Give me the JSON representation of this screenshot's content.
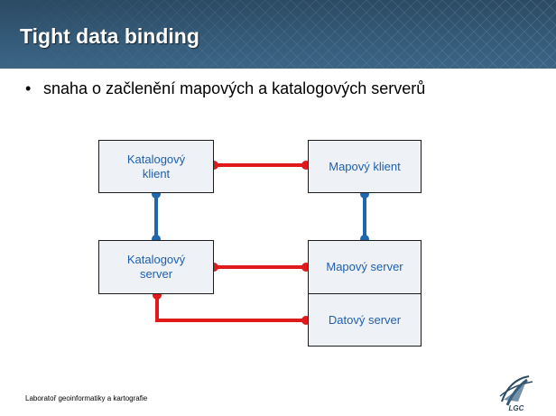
{
  "slide": {
    "title": "Tight data binding",
    "bullets": [
      "snaha o začlenění mapových a katalogových serverů"
    ],
    "footer": "Laboratoř geoinformatiky a kartografie",
    "logo_text": "LGC"
  },
  "diagram": {
    "boxes": {
      "catalog_client": "Katalogový klient",
      "map_client": "Mapový klient",
      "catalog_server": "Katalogový server",
      "map_server": "Mapový server",
      "data_server": "Datový server"
    },
    "colors": {
      "header": "#345a78",
      "box_fill": "#eef2f6",
      "box_text": "#1f5fae",
      "link_red": "#e01a1a",
      "link_blue": "#1f66ad"
    }
  }
}
